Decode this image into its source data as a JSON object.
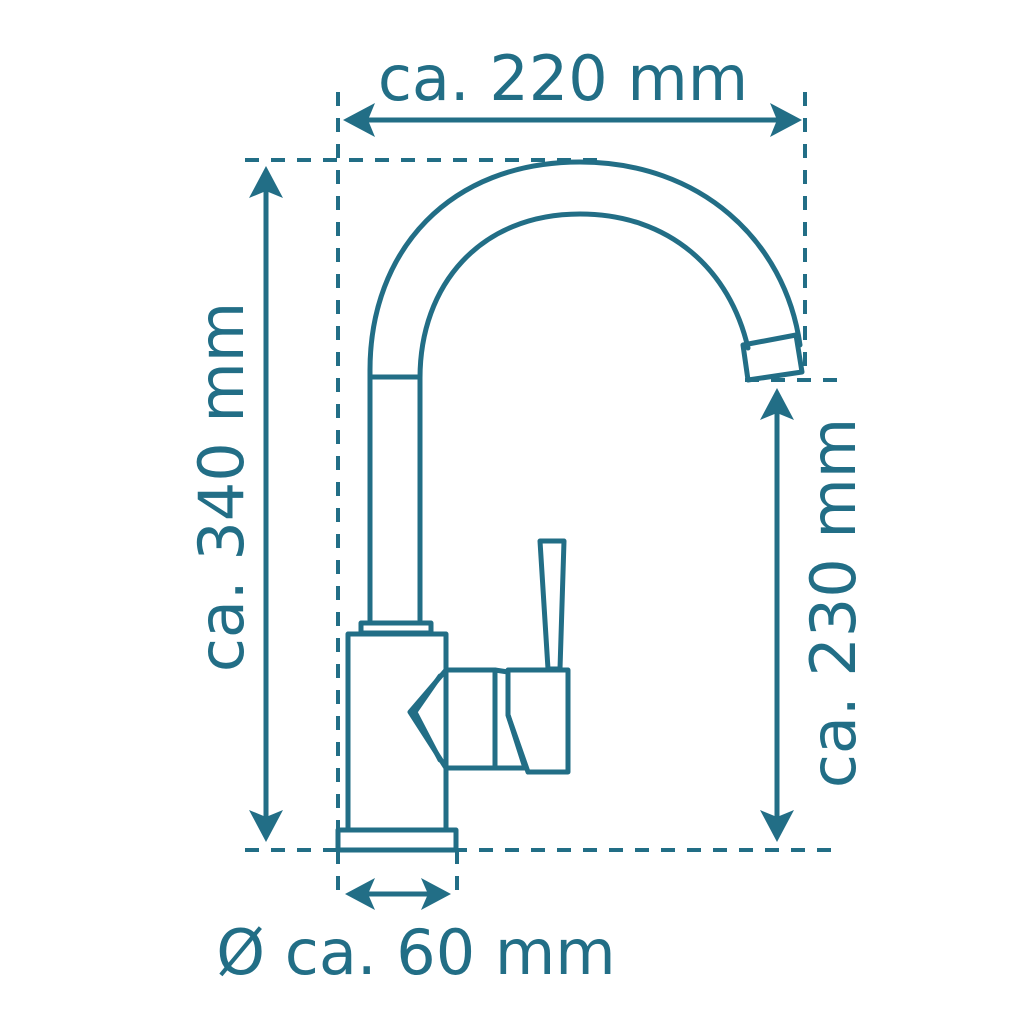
{
  "diagram": {
    "subject": "single-lever faucet with swivel spout",
    "color": "#226e86",
    "dimensions": {
      "width": {
        "label": "ca. 220 mm",
        "value_mm": 220
      },
      "height_total": {
        "label": "ca. 340 mm",
        "value_mm": 340
      },
      "spout_height": {
        "label": "ca. 230 mm",
        "value_mm": 230
      },
      "base_diameter": {
        "label": "Ø ca. 60 mm",
        "value_mm": 60
      }
    }
  }
}
